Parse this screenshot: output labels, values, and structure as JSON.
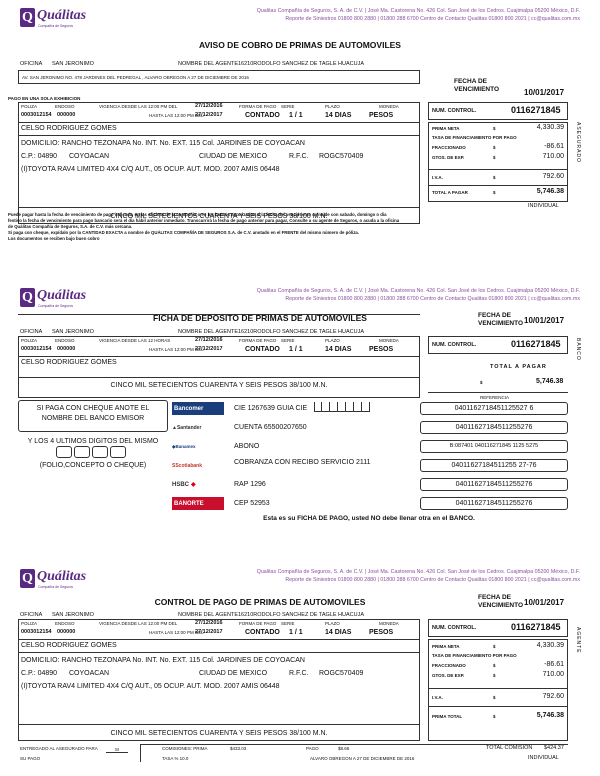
{
  "company": {
    "logo_name": "Quálitas",
    "logo_sub": "Compañía de Seguros",
    "header_line1": "Qualitas Compañía de Seguros, S. A. de C.V. | José Ma. Castorena No. 426 Col. San José de los Cedros. Cuajimalpa 05200 México, D.F.",
    "header_line2": "Reporte de Siniestros 01800 800 2880 | 01800 288 6700 Centro de Contacto Qualitas 01800 800 2021 | cc@qualitas.com.mx"
  },
  "labels": {
    "oficina": "OFICINA",
    "oficina_val": "SAN JERONIMO",
    "agente_label": "NOMBRE DEL AGENTE",
    "agente_val": "16210RODOLFO SANCHEZ DE TAGLE HUACUJA",
    "poliza": "POLIZA",
    "endoso": "ENDOSO",
    "vigencia": "VIGENCIA DESDE LAS 12:00 PM DEL",
    "vigencia2": "VIGENCIA DESDE LAS 12 HORAS",
    "hasta": "HASTA LAS 12:00 PM DEL",
    "forma_pago": "FORMA DE PAGO",
    "serie": "SERIE",
    "plazo": "PLAZO",
    "moneda": "MONEDA",
    "fecha_venc": "FECHA DE VENCIMIENTO",
    "num_control": "NUM. CONTROL."
  },
  "policy": {
    "poliza": "0003012154",
    "endoso": "000000",
    "desde": "27/12/2016",
    "hasta": "27/12/2017",
    "forma": "CONTADO",
    "serie": "1 / 1",
    "plazo": "14 DIAS",
    "moneda": "PESOS",
    "fecha": "10/01/2017",
    "control": "0116271845",
    "cliente": "CELSO RODRIGUEZ GOMES",
    "domicilio": "DOMICILIO: RANCHO TEZONAPA No. INT. No. EXT. 115 Col. JARDINES DE COYOACAN",
    "cp": "C.P.: 04890",
    "colonia": "COYOACAN",
    "ciudad": "CIUDAD DE MEXICO",
    "rfc_label": "R.F.C.",
    "rfc": "ROGC570409",
    "vehiculo": "(I)TOYOTA RAV4 LIMITED 4X4 C/Q AUT., 05 OCUP. AUT. MOD. 2007 AMIS 06448",
    "letra": "CINCO MIL SETECIENTOS CUARENTA Y SEIS PESOS 38/100 M.N."
  },
  "amounts": {
    "prima_neta_label": "PRIMA NETA",
    "prima_neta": "4,330.39",
    "tasa_label": "TASA DE FINANCIAMIENTO POR PAGO",
    "frac_label": "FRACCIONADO",
    "frac": "-86.61",
    "gtos_label": "GTOS. DE EXP.",
    "gtos": "710.00",
    "iva_label": "I.V.A.",
    "iva": "792.60",
    "total_label": "TOTAL A PAGAR",
    "prima_total_label": "PRIMA TOTAL",
    "total": "5,746.38",
    "currency": "$"
  },
  "section1": {
    "title": "AVISO DE COBRO DE PRIMAS DE AUTOMOVILES",
    "address": "AV. SAN JERONIMO NO. 478 JARDINES DEL PEDREGAL , ALVARO OBREGON A 27 DE DICIEMBRE DE 2016",
    "pago_unica": "PAGO EN UNA SOLA EXHIBICION",
    "vertical": "ASEGURADO",
    "individual": "INDIVIDUAL",
    "notes": [
      "Puede pagar hasta la fecha de vencimiento de pago indicada, en las oficinas de la compañía o en los bancos autorizados al la fecha del vencimiento coincide con sabado, domingo o dia",
      "festivo la fecha de vencimiento para pago bancario será el dia hábil anterior inmediato. Transcurrirá la fecha de pago anterior para pagar, Consulte a su agente de Seguros, o acuda a la oficina",
      "de Quálitas Compañía de Seguros, S.A. de C.V. más cercana.",
      "Si paga con cheque, expídalo por la CANTIDAD EXACTA a nombre de QUÁLITAS COMPAÑÍA DE SEGUROS S.A. de C.V. anotado en el FRENTE del mismo número de póliza.",
      "Los documentos se reciben bajo buen cobro"
    ]
  },
  "section2": {
    "title": "FICHA DE DEPOSITO DE PRIMAS DE AUTOMOVILES",
    "vertical": "BANCO",
    "total_pagar": "TOTAL A PAGAR",
    "cheque_text1": "SI PAGA CON CHEQUE ANOTE EL",
    "cheque_text2": "NOMBRE DEL BANCO EMISOR",
    "digitos": "Y LOS 4 ULTIMOS DIGITOS DEL MISMO",
    "folio": "(FOLIO,CONCEPTO O CHEQUE)",
    "referencia_label": "REFERENCIA",
    "banks": [
      {
        "name": "Bancomer",
        "detail": "CIE 1267639 GUIA CIE",
        "ref": "0401162718451125527 6"
      },
      {
        "name": "Santander",
        "detail": "CUENTA 65500207650",
        "ref": "04011627184511255276"
      },
      {
        "name": "Banamex",
        "detail": "ABONO",
        "ref": "B:087401 040116271845 1125 5275"
      },
      {
        "name": "Scotiabank",
        "detail": "COBRANZA CON RECIBO SERVICIO 2111",
        "ref": "04011627184511255 27-76"
      },
      {
        "name": "HSBC",
        "detail": "RAP 1296",
        "ref": "04011627184511255276"
      },
      {
        "name": "BANORTE",
        "detail": "CEP 52953",
        "ref": "04011627184511255276"
      }
    ],
    "footer": "Esta es su FICHA DE PAGO, usted NO debe llenar otra en el BANCO."
  },
  "section3": {
    "title": "CONTROL DE PAGO DE PRIMAS DE AUTOMOVILES",
    "vertical": "AGENTE",
    "entregado": "ENTREGADO AL ASEGURADO PARA",
    "si": "SI",
    "su_pago": "SU PAGO",
    "comisiones": "COMISIONES: PRIMA",
    "comision_prima": "$433.03",
    "pago_label": "PAGO",
    "pago_val": "$8.66",
    "total_comision": "TOTAL COMISION",
    "total_comision_val": "$424.37",
    "tasa": "TASA % 10.0",
    "lugar": "ALVARO OBREGON A 27 DE DICIEMBRE DE 2016",
    "individual": "INDIVIDUAL"
  }
}
